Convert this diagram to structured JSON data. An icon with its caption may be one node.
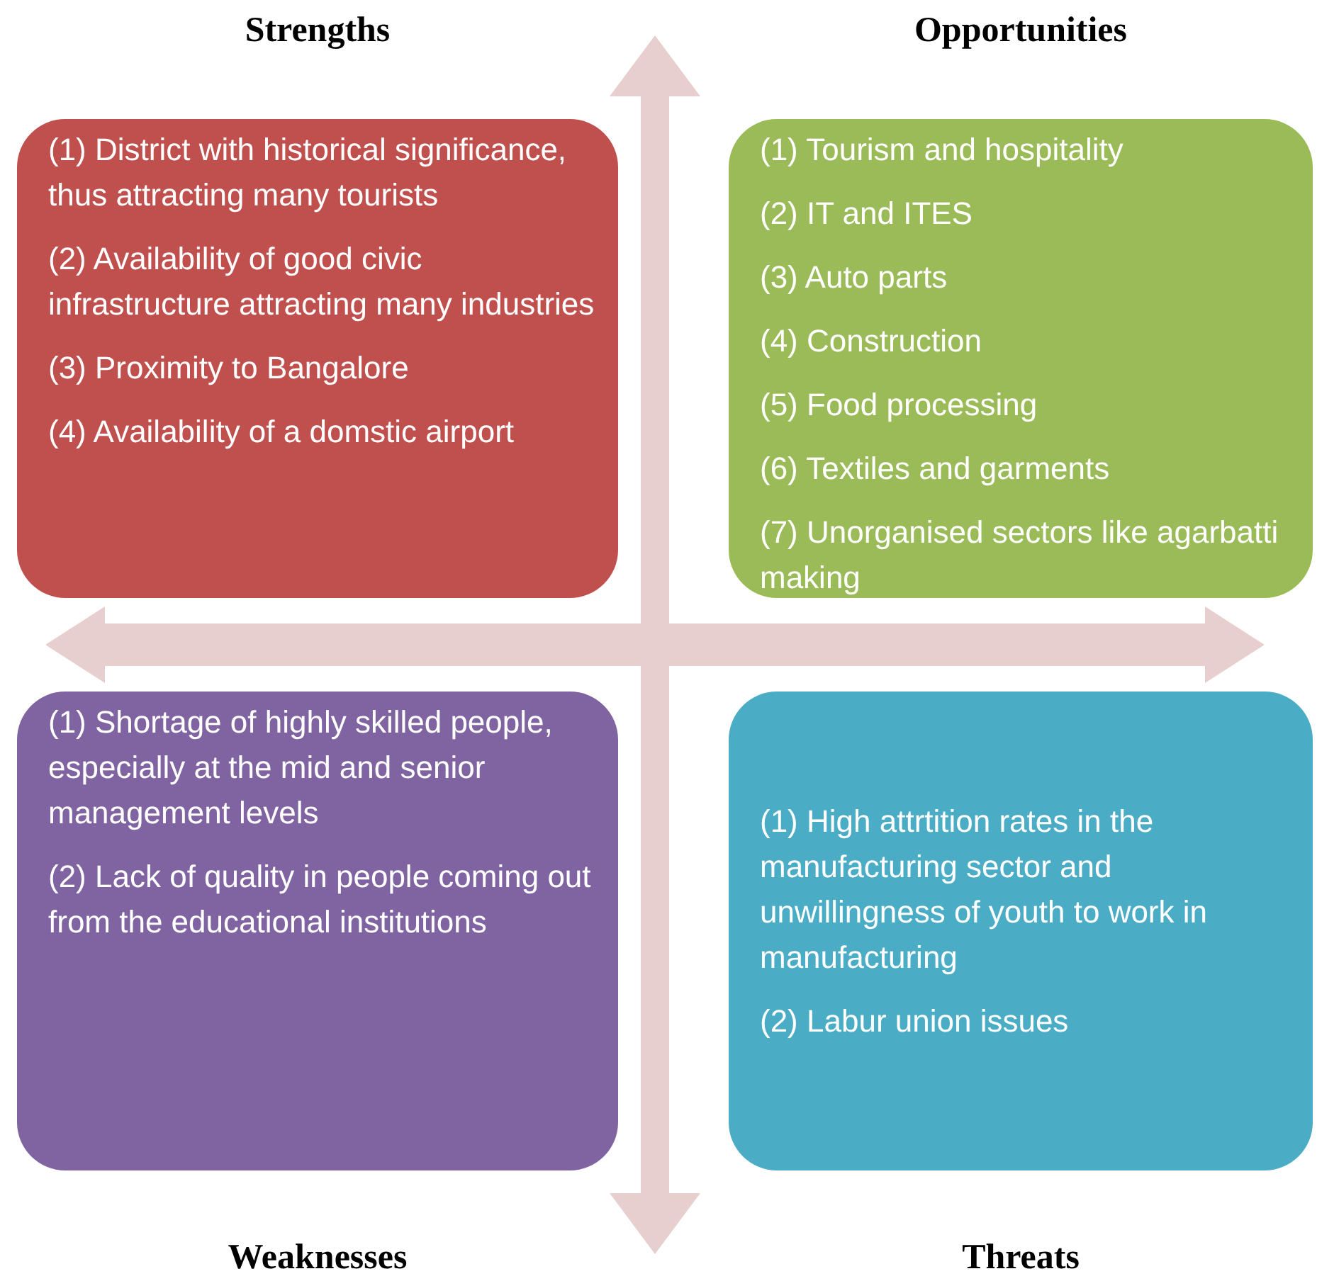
{
  "diagram": {
    "nodes": [
      {
        "text": [
          "Strengths",
          "(1) District with historical significance, thus attracting many tourists",
          "(2) Availability of good civic infrastructure attracting many industries",
          "(3) Proximity to Bangalore",
          "(4) Availability of a domstic airport"
        ]
      },
      {
        "text": [
          "Opportunities",
          "(1) Tourism and hospitality",
          "(2) IT and ITES",
          "(3) Auto parts",
          "(4) Construction",
          "(5) Food processing",
          "(6) Textiles and garments",
          "(7) Unorganised sectors like agarbatti making"
        ]
      },
      {
        "text": [
          "(1) Shortage of highly skilled people, especially at the mid and senior management levels",
          "(2) Lack of quality in people coming out from the educational institutions",
          "Weaknesses"
        ]
      },
      {
        "text": [
          "(1) High attrtition rates in the manufacturing sector and unwillingness of youth to work in manufacturing",
          "(2) Labur union issues",
          "Threats"
        ]
      }
    ]
  }
}
